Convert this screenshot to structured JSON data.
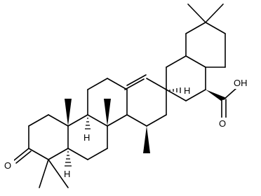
{
  "molecule": {
    "labels": {
      "ketone_oxygen": "O",
      "acid_hydroxyl": "OH",
      "acid_carbonyl": "O",
      "h_c5": "H",
      "h_c9": "H",
      "h_c18": "H"
    }
  }
}
